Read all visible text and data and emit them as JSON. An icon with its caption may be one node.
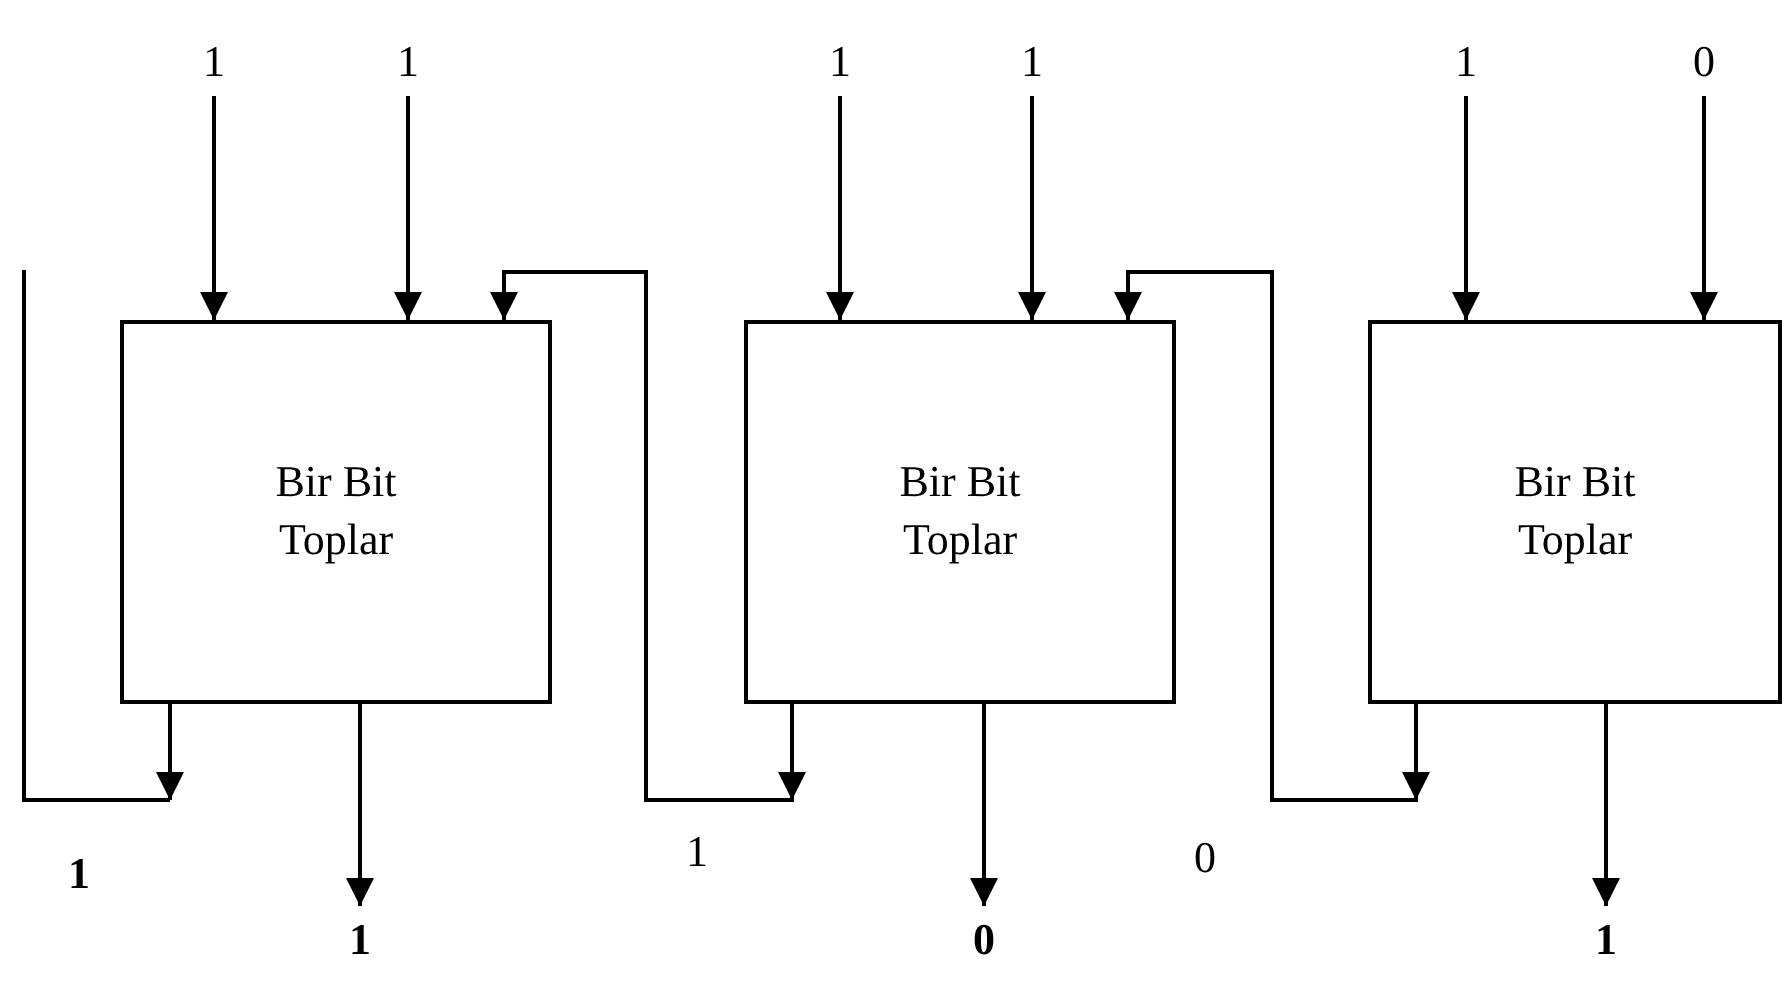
{
  "diagram": {
    "nodes": [
      {
        "text": [
          "1"
        ]
      },
      {
        "text": [
          "1"
        ]
      },
      {
        "text": [
          "1"
        ]
      },
      {
        "text": [
          "1"
        ]
      },
      {
        "text": [
          "1"
        ]
      },
      {
        "text": [
          "0"
        ]
      },
      {
        "text": [
          "Bir Bit Toplar"
        ]
      },
      {
        "text": [
          "Bir Bit Toplar"
        ]
      },
      {
        "text": [
          "Bir Bit Toplar"
        ]
      },
      {
        "text": [
          "1"
        ]
      },
      {
        "text": [
          "0"
        ]
      },
      {
        "text": [
          "1"
        ]
      }
    ],
    "edges": [
      {
        "from": 0,
        "to": 6,
        "arrow": "to"
      },
      {
        "from": 1,
        "to": 6,
        "arrow": "to"
      },
      {
        "from": 2,
        "to": 7,
        "arrow": "to"
      },
      {
        "from": 3,
        "to": 7,
        "arrow": "to"
      },
      {
        "from": 4,
        "to": 8,
        "arrow": "to"
      },
      {
        "from": 5,
        "to": 8,
        "arrow": "to"
      },
      {
        "from": 8,
        "to": 7,
        "arrow": "to"
      },
      {
        "from": 7,
        "to": 6,
        "arrow": "to"
      },
      {
        "from": 6,
        "to": null,
        "arrow": "to"
      },
      {
        "from": 6,
        "to": 9,
        "arrow": "to"
      },
      {
        "from": 7,
        "to": 10,
        "arrow": "to"
      },
      {
        "from": 8,
        "to": 11,
        "arrow": "to"
      }
    ],
    "labels": [
      "1",
      "1",
      "0"
    ]
  }
}
